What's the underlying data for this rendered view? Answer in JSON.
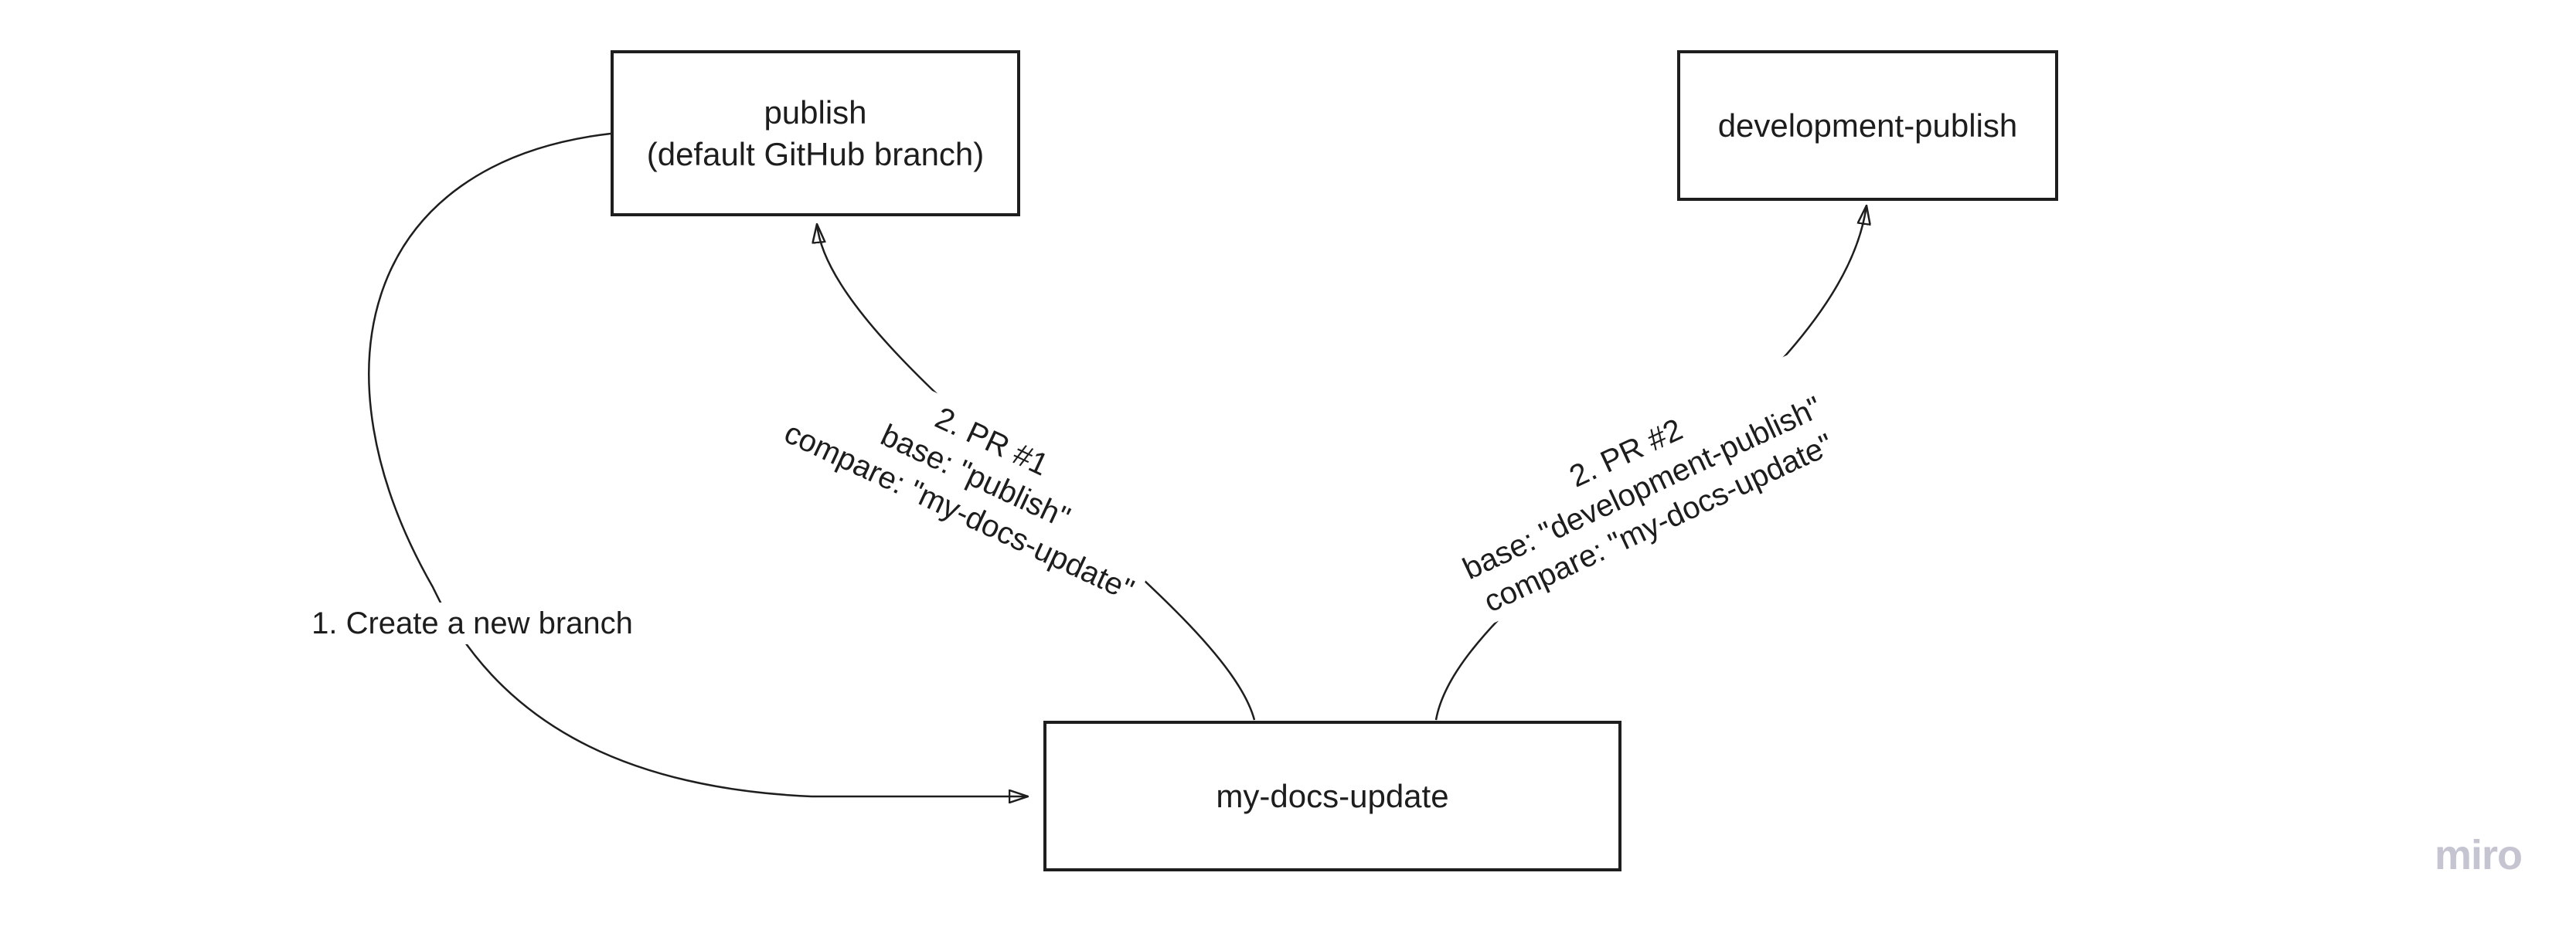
{
  "app": "miro-board-diagram",
  "watermark": "miro",
  "colors": {
    "edge": "#1e1e1e",
    "text": "#1d1d1d",
    "background": "#ffffff",
    "watermark": "#c5c5d2"
  },
  "nodes": {
    "publish": {
      "title": "publish",
      "subtitle": "(default GitHub branch)"
    },
    "development_publish": {
      "title": "development-publish"
    },
    "my_docs_update": {
      "title": "my-docs-update"
    }
  },
  "edges": {
    "create_branch": {
      "from": "publish",
      "to": "my-docs-update",
      "label": "1. Create a new branch"
    },
    "pr1": {
      "from": "my-docs-update",
      "to": "publish",
      "lines": [
        "2. PR #1",
        "base: \"publish\"",
        "compare: \"my-docs-update\""
      ]
    },
    "pr2": {
      "from": "my-docs-update",
      "to": "development-publish",
      "lines": [
        "2. PR #2",
        "base: \"development-publish\"",
        "compare: \"my-docs-update\""
      ]
    }
  }
}
